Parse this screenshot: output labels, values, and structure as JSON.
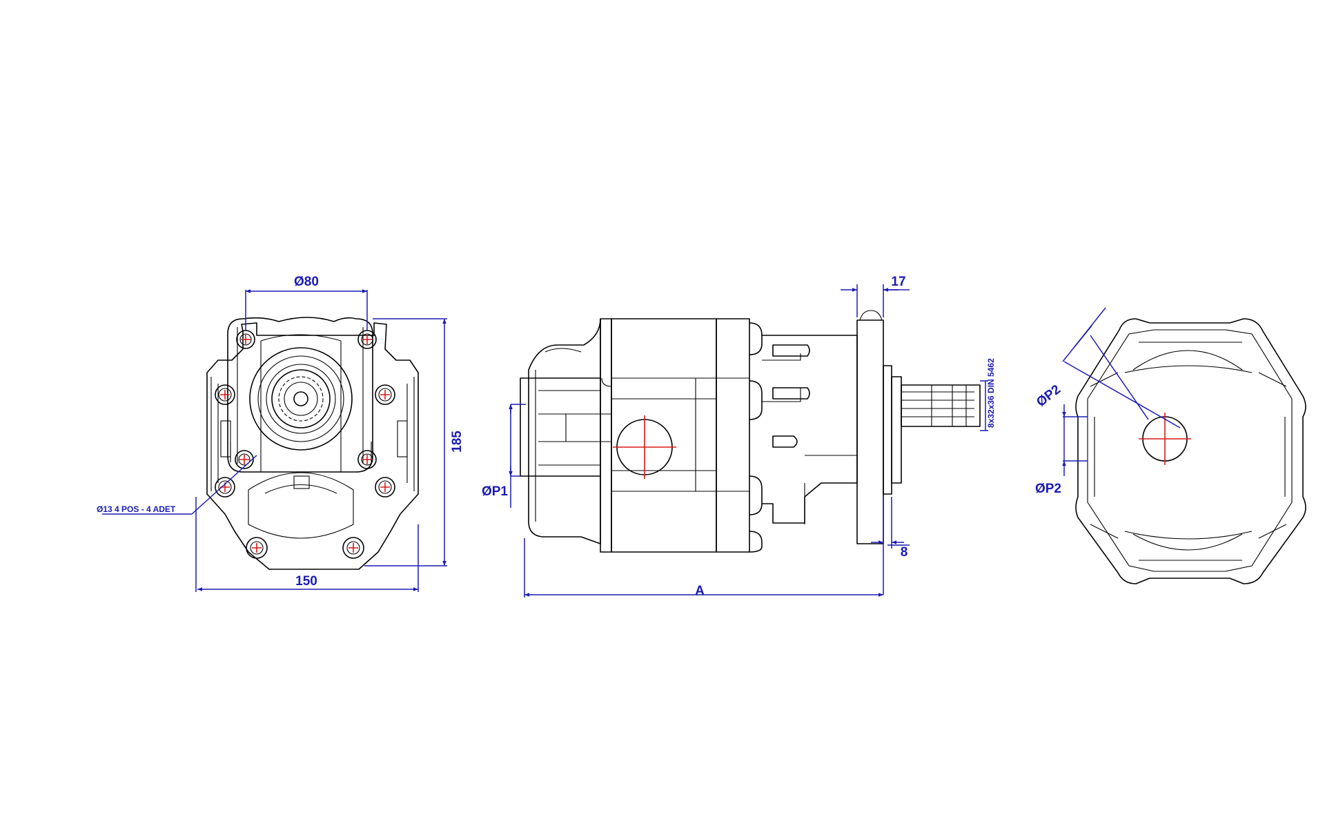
{
  "colors": {
    "outline": "#000000",
    "dimension": "#1a1ab4",
    "centerline": "#d81818"
  },
  "front_view": {
    "dia80": "Ø80",
    "width_150": "150",
    "height_185": "185",
    "holes_note": "Ø13 4 POS - 4 ADET"
  },
  "side_view": {
    "flange_17": "17",
    "pilot_8": "8",
    "length_a": "A",
    "port_p1": "ØP1",
    "shaft_spec": "8x32x36 DIN 5462"
  },
  "rear_view": {
    "port_p2_diag": "ØP2",
    "port_p2": "ØP2"
  }
}
